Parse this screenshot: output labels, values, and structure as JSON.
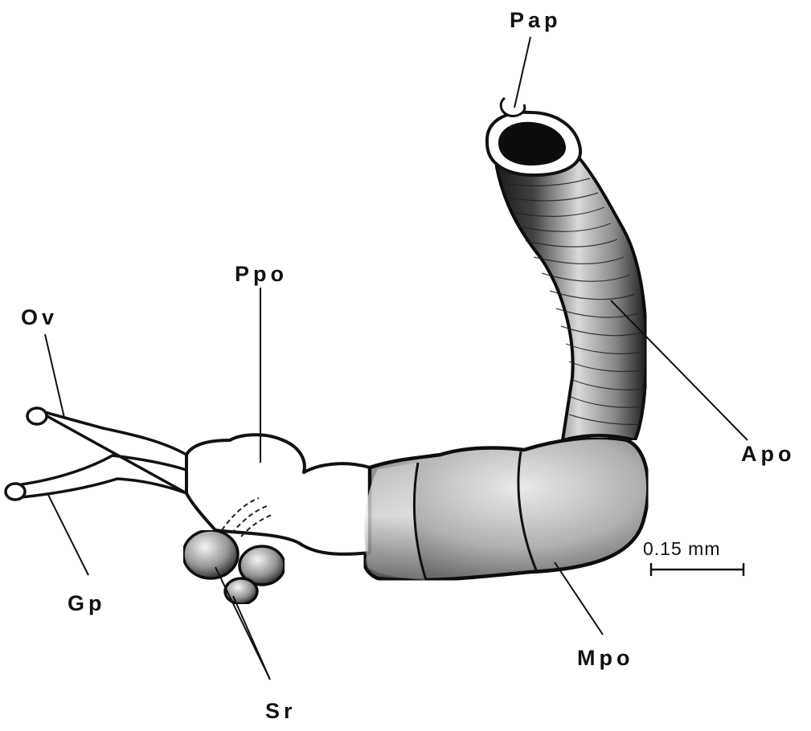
{
  "labels": {
    "pap": "Pap",
    "ppo": "Ppo",
    "ov": "Ov",
    "gp": "Gp",
    "apo": "Apo",
    "mpo": "Mpo",
    "sr": "Sr"
  },
  "scale_bar": {
    "text": "0.15 mm"
  },
  "colors": {
    "ink": "#111111",
    "paper": "#ffffff",
    "stipple_dark": "#7a7a7a",
    "stipple_light": "#d9d9d9"
  }
}
